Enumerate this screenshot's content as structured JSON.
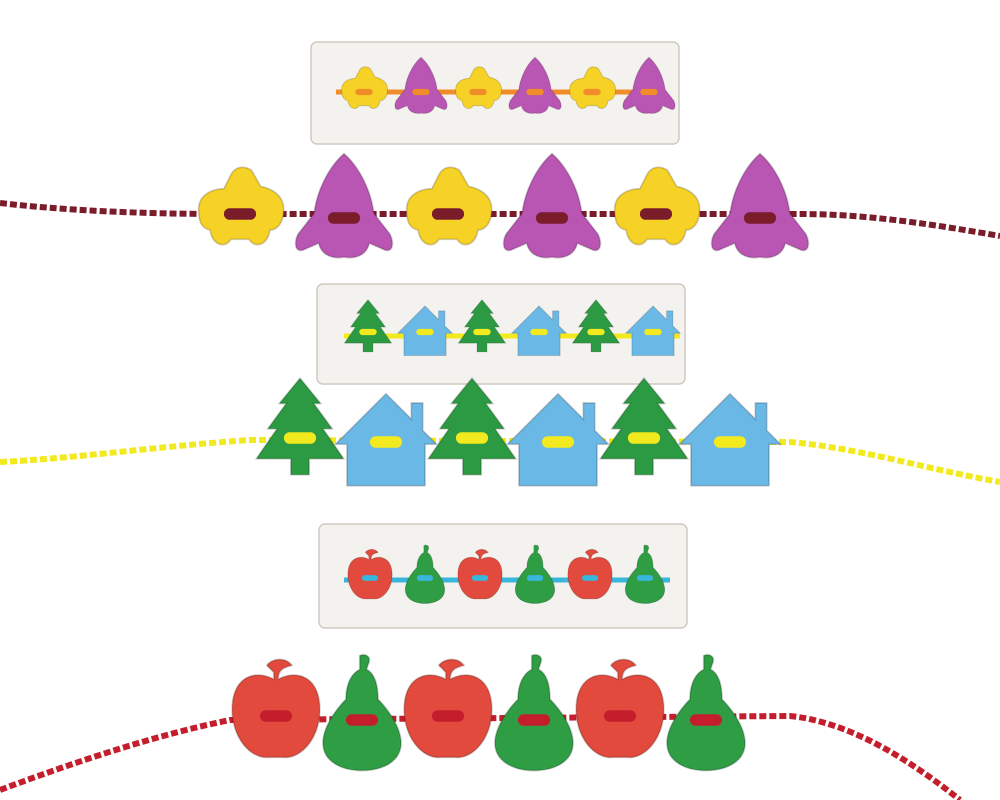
{
  "rows": [
    {
      "id": "vehicles",
      "pattern": [
        "car",
        "rocket",
        "car",
        "rocket",
        "car",
        "rocket"
      ],
      "colors": {
        "car": "#f7d226",
        "rocket": "#b955b3",
        "lace": "#7a1c2a",
        "hole": "#f08c2a"
      }
    },
    {
      "id": "nature",
      "pattern": [
        "tree",
        "house",
        "tree",
        "house",
        "tree",
        "house"
      ],
      "colors": {
        "tree": "#2c9a42",
        "house": "#6ab8e6",
        "lace": "#f2ea1e",
        "hole": "#f2ea1e"
      }
    },
    {
      "id": "fruit",
      "pattern": [
        "apple",
        "pear",
        "apple",
        "pear",
        "apple",
        "pear"
      ],
      "colors": {
        "apple": "#e14a3c",
        "pear": "#2e9d44",
        "lace": "#c41e2c",
        "hole": "#38b6dc"
      }
    }
  ]
}
